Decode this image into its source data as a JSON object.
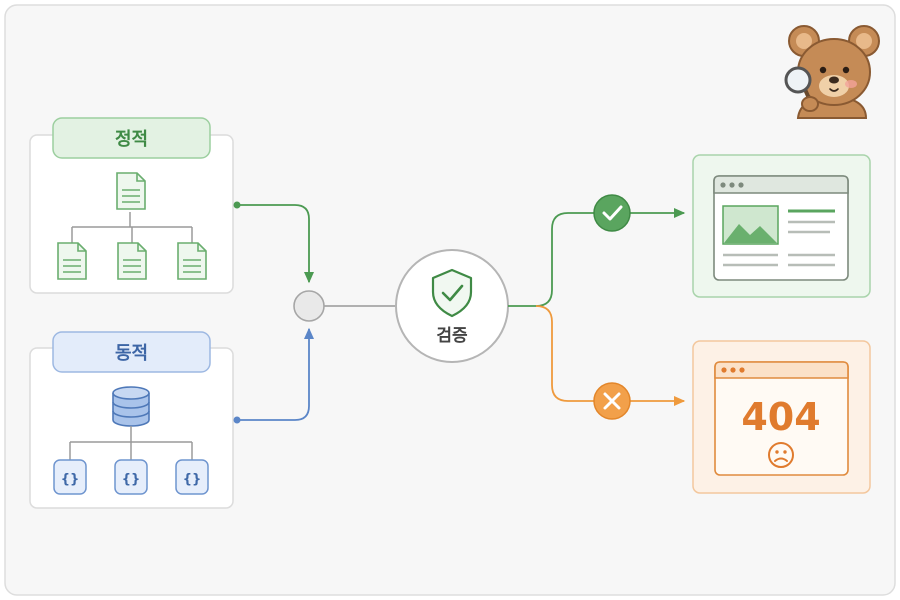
{
  "sources": {
    "static": {
      "label": "정적"
    },
    "dynamic": {
      "label": "동적",
      "code_glyphs": [
        "{}",
        "{}",
        "{}"
      ]
    }
  },
  "validator": {
    "label": "검증"
  },
  "results": {
    "error": {
      "code": "404"
    }
  },
  "icons": {
    "static_root": "document-icon",
    "static_children": [
      "document-icon",
      "document-icon",
      "document-icon"
    ],
    "dynamic_root": "database-icon",
    "validator": "shield-check-icon",
    "success": "check-circle-icon",
    "failure": "x-circle-icon",
    "success_page": "browser-window-image-icon",
    "error_face": "sad-face-icon",
    "mascot": "bear-with-magnifier"
  },
  "colors": {
    "static_green": "#4c9a52",
    "dynamic_blue": "#5b86c8",
    "failure_orange": "#ef9a3d",
    "error_text": "#e07b2e",
    "neutral_gray": "#9a9a9a"
  }
}
